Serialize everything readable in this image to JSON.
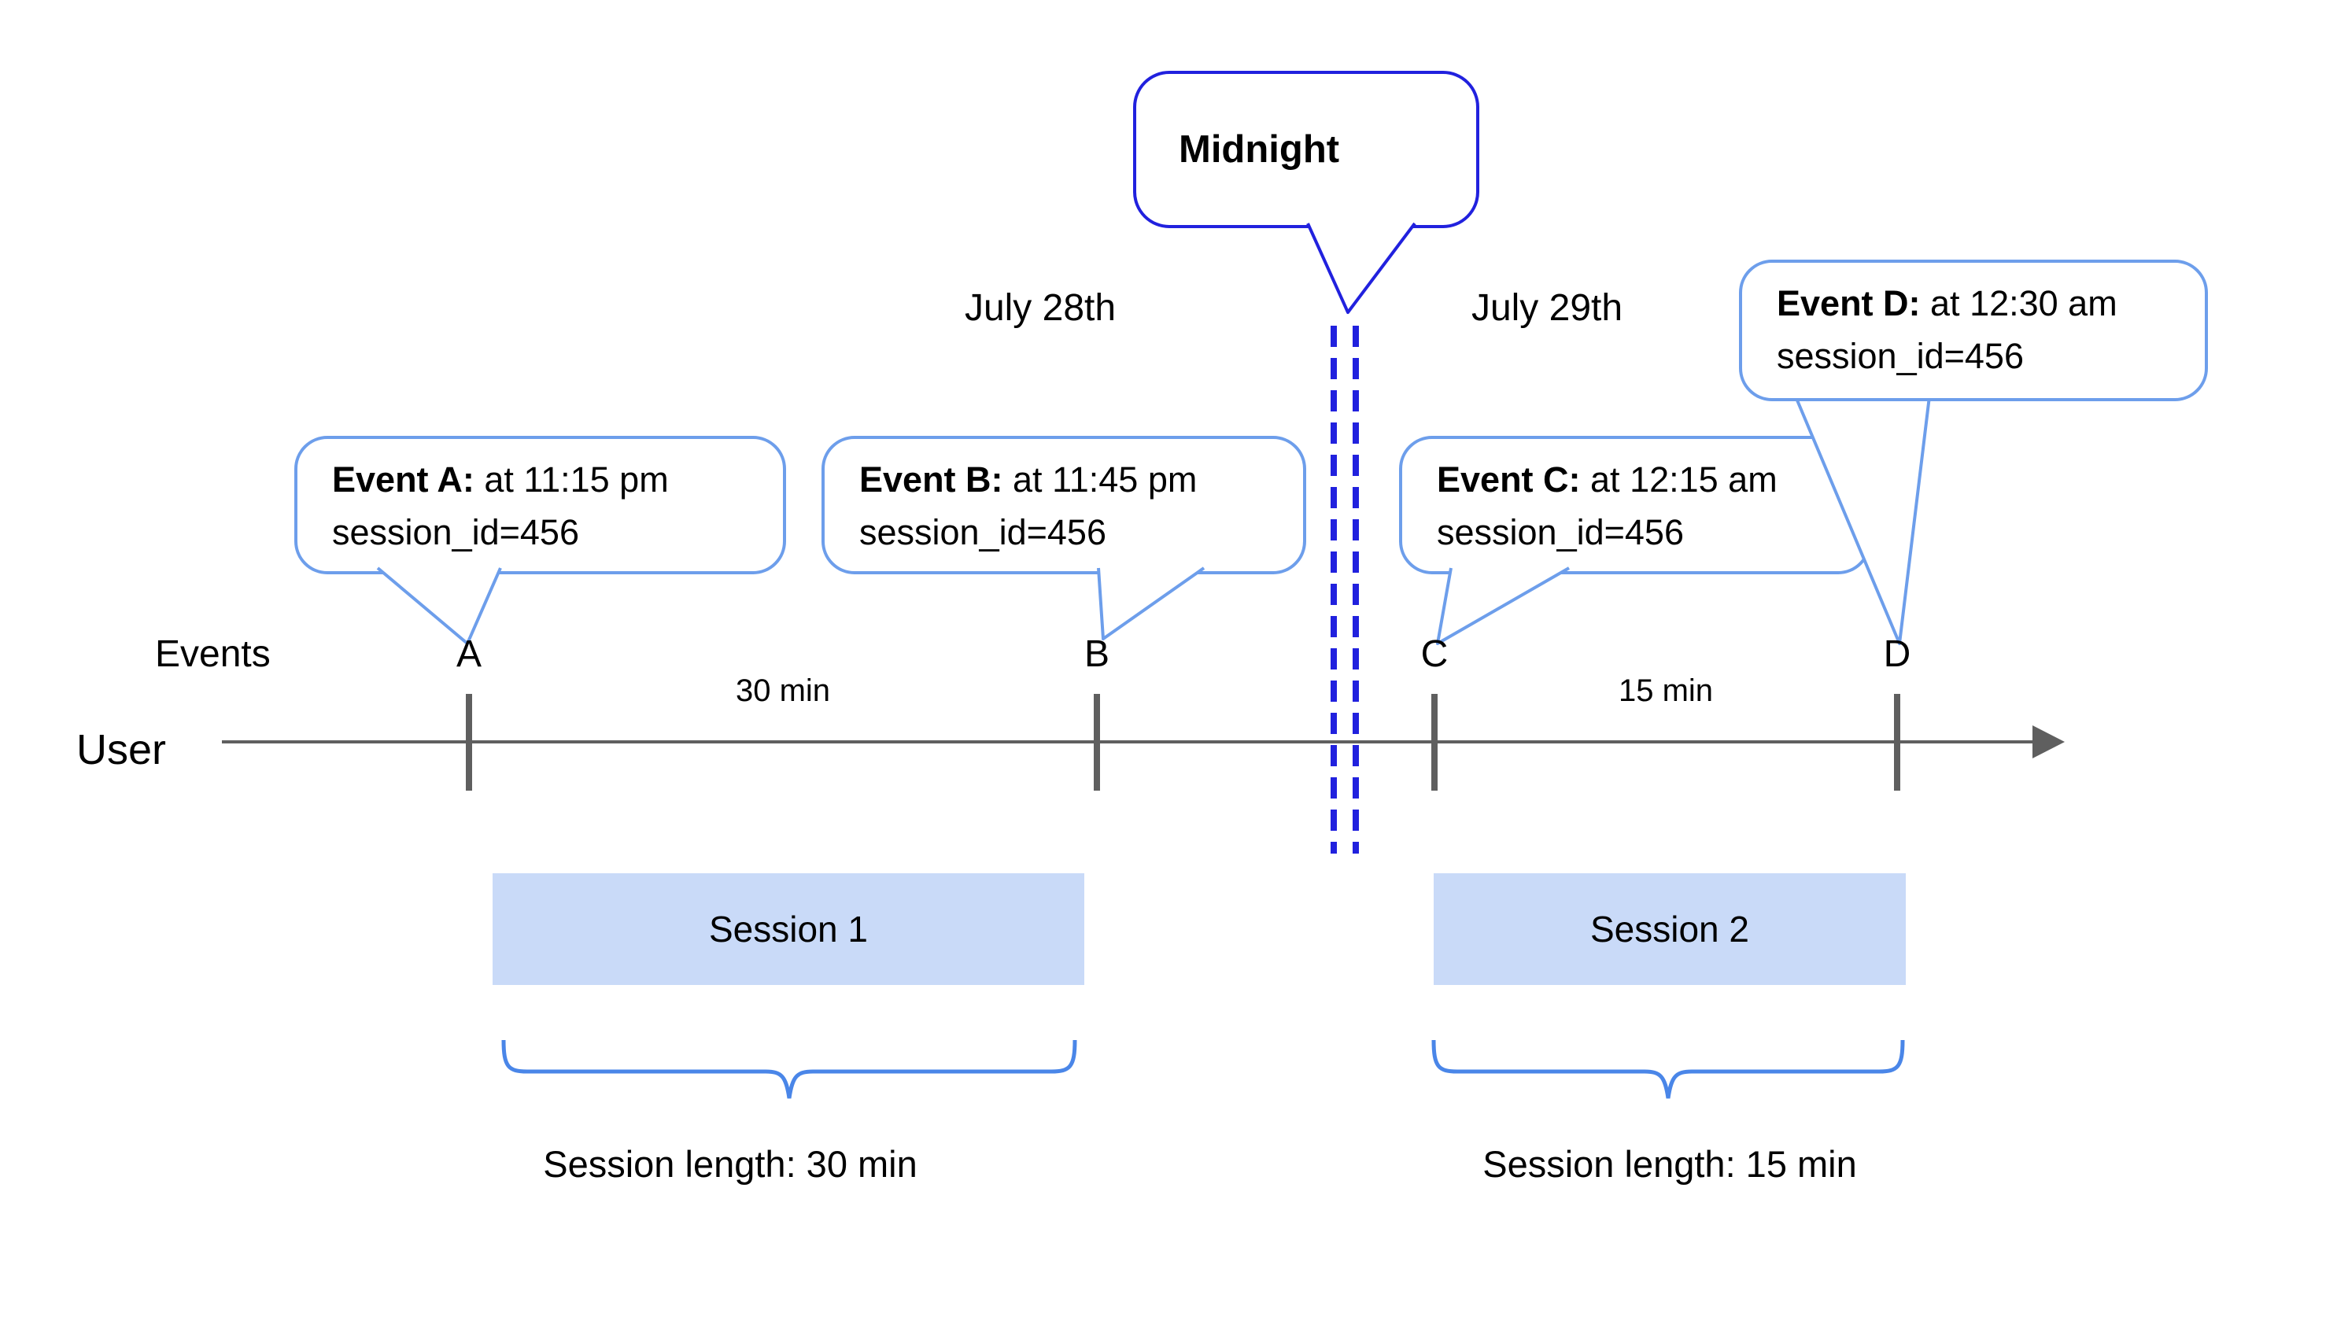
{
  "diagram": {
    "midnight_label": "Midnight",
    "date_left": "July 28th",
    "date_right": "July 29th",
    "events_axis_label": "Events",
    "user_axis_label": "User",
    "interval_left": "30 min",
    "interval_right": "15 min",
    "event_ticks": [
      "A",
      "B",
      "C",
      "D"
    ],
    "bubbles": [
      {
        "title": "Event A:",
        "time": " at 11:15 pm",
        "session": "session_id=456"
      },
      {
        "title": "Event B:",
        "time": " at 11:45 pm",
        "session": "session_id=456"
      },
      {
        "title": "Event C:",
        "time": " at 12:15 am",
        "session": "session_id=456"
      },
      {
        "title": "Event D:",
        "time": " at 12:30 am",
        "session": "session_id=456"
      }
    ],
    "sessions": [
      {
        "name": "Session 1",
        "length_label": "Session length: 30 min"
      },
      {
        "name": "Session 2",
        "length_label": "Session length: 15 min"
      }
    ],
    "colors": {
      "midnight_blue": "#2121de",
      "bubble_border_blue": "#6d9eeb",
      "brace_blue": "#4a86e8",
      "session_fill_blue": "#c9daf8",
      "timeline_gray": "#5f5f5f"
    }
  }
}
